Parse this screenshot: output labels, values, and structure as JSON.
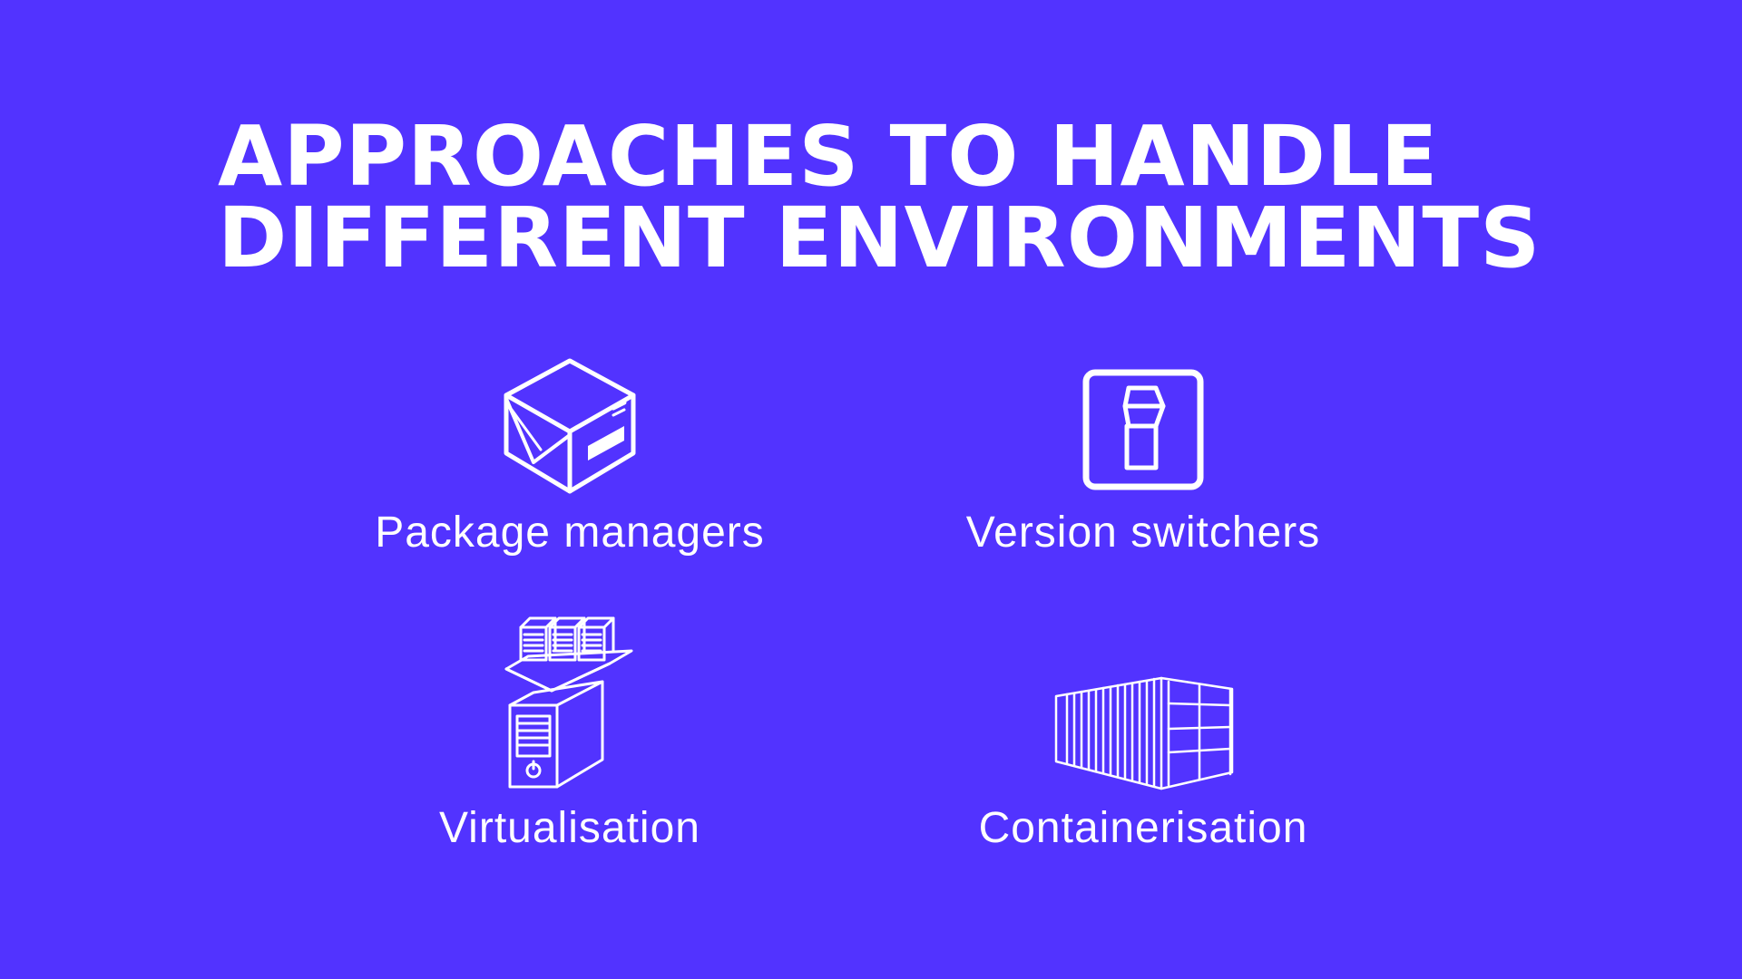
{
  "slide": {
    "title_line1": "APPROACHES TO HANDLE",
    "title_line2": "DIFFERENT ENVIRONMENTS",
    "background_color": "#5233FF",
    "text_color": "#FFFFFF"
  },
  "items": [
    {
      "label": "Package managers",
      "icon": "package-box-icon"
    },
    {
      "label": "Version switchers",
      "icon": "toggle-switch-icon"
    },
    {
      "label": "Virtualisation",
      "icon": "server-virtualisation-icon"
    },
    {
      "label": "Containerisation",
      "icon": "shipping-container-icon"
    }
  ]
}
